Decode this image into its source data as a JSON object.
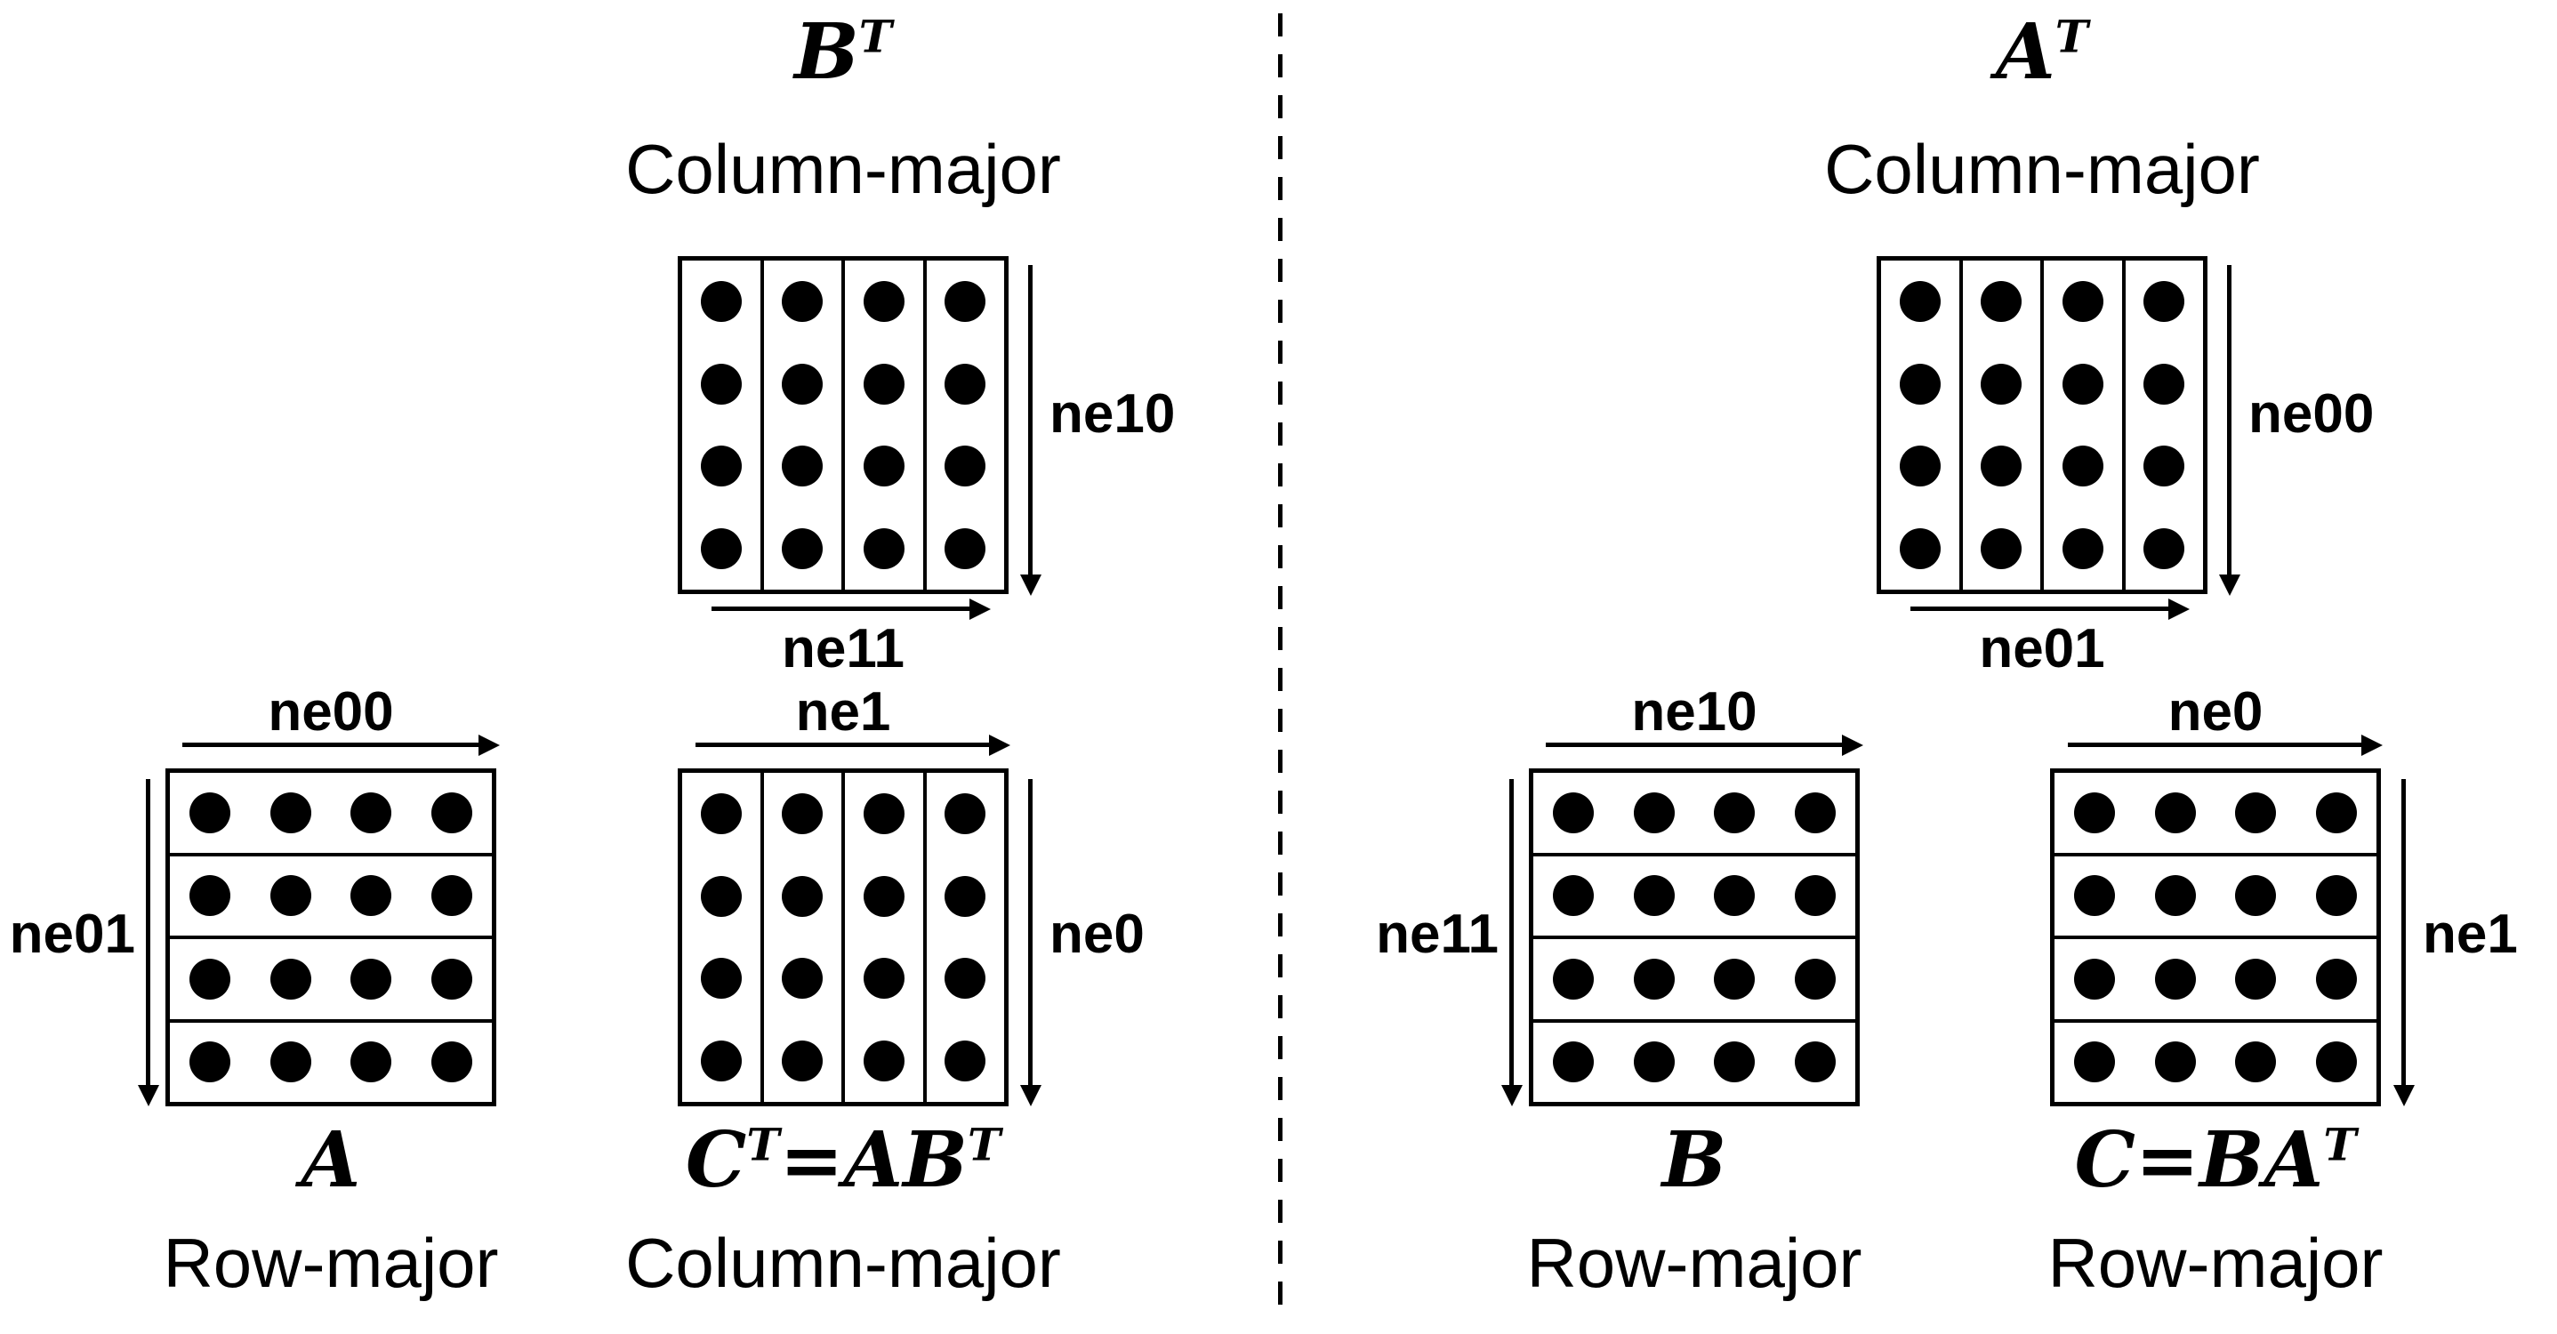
{
  "grid": {
    "rows": 4,
    "cols": 4
  },
  "colors": {
    "ink": "#000000",
    "background": "#ffffff"
  },
  "left": {
    "top": {
      "title": [
        {
          "t": "B"
        },
        {
          "t": "T",
          "sup": true
        }
      ],
      "subtitle": "Column-major",
      "ne_right": "ne10",
      "ne_bottom": "ne11"
    },
    "bottom_left": {
      "ne_top": "ne00",
      "ne_left": "ne01",
      "title": [
        {
          "t": "A"
        }
      ],
      "subtitle": "Row-major"
    },
    "bottom_right": {
      "ne_top": "ne1",
      "ne_right": "ne0",
      "title": [
        {
          "t": "C"
        },
        {
          "t": "T",
          "sup": true
        },
        {
          "t": "=AB"
        },
        {
          "t": "T",
          "sup": true
        }
      ],
      "subtitle": "Column-major"
    }
  },
  "right": {
    "top": {
      "title": [
        {
          "t": "A"
        },
        {
          "t": "T",
          "sup": true
        }
      ],
      "subtitle": "Column-major",
      "ne_right": "ne00",
      "ne_bottom": "ne01"
    },
    "bottom_left": {
      "ne_top": "ne10",
      "ne_left": "ne11",
      "title": [
        {
          "t": "B"
        }
      ],
      "subtitle": "Row-major"
    },
    "bottom_right": {
      "ne_top": "ne0",
      "ne_right": "ne1",
      "title": [
        {
          "t": "C=BA"
        },
        {
          "t": "T",
          "sup": true
        }
      ],
      "subtitle": "Row-major"
    }
  }
}
